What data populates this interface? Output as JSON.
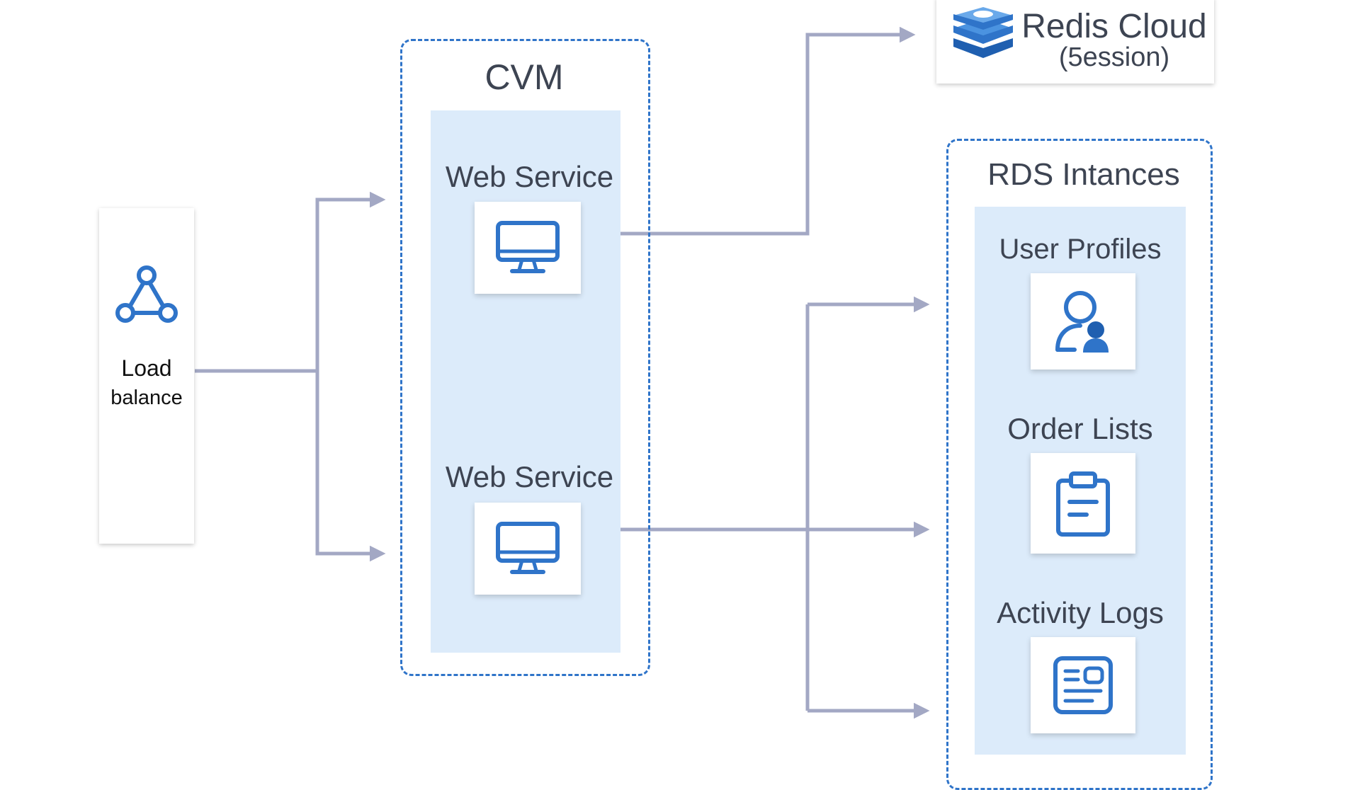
{
  "load_balancer": {
    "label_line1": "Load",
    "label_line2": "balance",
    "icon": "network-triangle-icon"
  },
  "cvm": {
    "title": "CVM",
    "services": [
      {
        "label": "Web Service",
        "icon": "monitor-icon"
      },
      {
        "label": "Web Service",
        "icon": "monitor-icon"
      }
    ]
  },
  "redis": {
    "title": "Redis Cloud",
    "subtitle": "(5ession)",
    "icon": "redis-stack-icon"
  },
  "rds": {
    "title": "RDS Intances",
    "databases": [
      {
        "label": "User Profiles",
        "icon": "user-profile-icon"
      },
      {
        "label": "Order Lists",
        "icon": "clipboard-icon"
      },
      {
        "label": "Activity Logs",
        "icon": "log-card-icon"
      }
    ]
  },
  "colors": {
    "accent": "#2f74c9",
    "connector": "#a3a8c4",
    "panel": "#dcebfa",
    "text": "#3d4452"
  }
}
